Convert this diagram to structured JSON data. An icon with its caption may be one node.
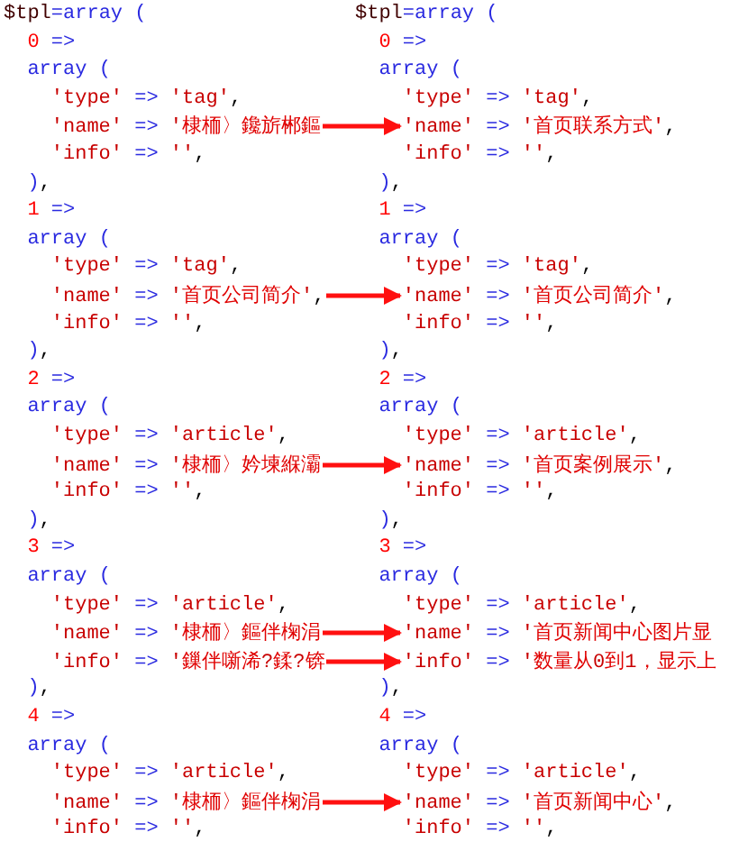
{
  "diagram": {
    "nodes": [
      {
        "text": [
          "'name' => '棣栭〉鑱旂郴鏂"
        ]
      },
      {
        "text": [
          "'name' => '首页联系方式',"
        ]
      },
      {
        "text": [
          "'name' => '首页公司简介',"
        ]
      },
      {
        "text": [
          "'name' => '首页公司简介',"
        ]
      },
      {
        "text": [
          "'name' => '棣栭〉妗堜緥灞"
        ]
      },
      {
        "text": [
          "'name' => '首页案例展示',"
        ]
      },
      {
        "text": [
          "'name' => '棣栭〉鏂伴椈涓"
        ]
      },
      {
        "text": [
          "'name' => '首页新闻中心图片显"
        ]
      },
      {
        "text": [
          "'info' => '鏁伴噺浠?鍒?锛"
        ]
      },
      {
        "text": [
          "'info' => '数量从0到1，显示上"
        ]
      },
      {
        "text": [
          "'name' => '棣栭〉鏂伴椈涓"
        ]
      },
      {
        "text": [
          "'name' => '首页新闻中心',"
        ]
      }
    ],
    "edges": [
      {
        "from": 0,
        "to": 1,
        "arrow": "to"
      },
      {
        "from": 2,
        "to": 3,
        "arrow": "to"
      },
      {
        "from": 4,
        "to": 5,
        "arrow": "to"
      },
      {
        "from": 6,
        "to": 7,
        "arrow": "to"
      },
      {
        "from": 8,
        "to": 9,
        "arrow": "to"
      },
      {
        "from": 10,
        "to": 11,
        "arrow": "to"
      }
    ],
    "labels": [
      "$tpl=array (",
      "0 =>",
      "array (",
      "'type' => 'tag',",
      "'info' => '',",
      "),",
      "1 =>",
      "array (",
      "'type' => 'tag',",
      "'info' => '',",
      "),",
      "2 =>",
      "array (",
      "'type' => 'article',",
      "'info' => '',",
      "),",
      "3 =>",
      "array (",
      "'type' => 'article',",
      "),",
      "4 =>",
      "array (",
      "'type' => 'article',",
      "'info' => '',",
      "$tpl=array (",
      "0 =>",
      "array (",
      "'type' => 'tag',",
      "'info' => '',",
      "),",
      "1 =>",
      "array (",
      "'type' => 'tag',",
      "'info' => '',",
      "),",
      "2 =>",
      "array (",
      "'type' => 'article',",
      "'info' => '',",
      "),",
      "3 =>",
      "array (",
      "'type' => 'article',",
      "),",
      "4 =>",
      "array (",
      "'type' => 'article',",
      "'info' => '',"
    ]
  }
}
